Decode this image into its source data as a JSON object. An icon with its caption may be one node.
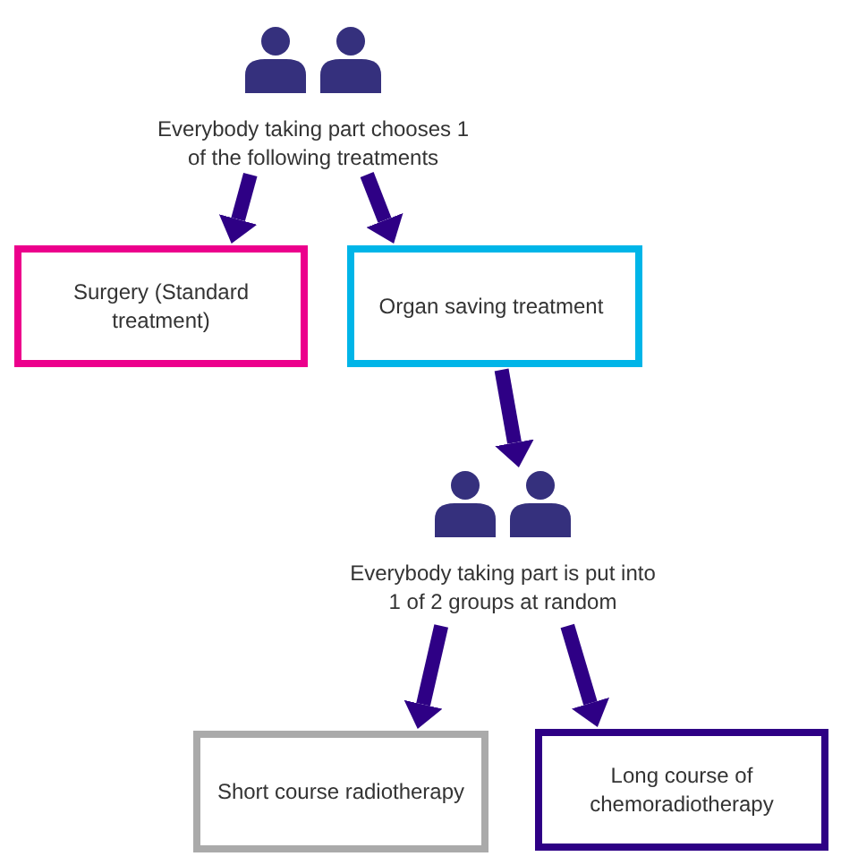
{
  "diagram": {
    "nodes": [
      {
        "text": [
          "Everybody taking part chooses 1 of the following treatments"
        ]
      },
      {
        "text": [
          "Surgery (Standard treatment)"
        ]
      },
      {
        "text": [
          "Organ saving treatment"
        ]
      },
      {
        "text": [
          "Everybody taking part is put into 1 of 2 groups at random"
        ]
      },
      {
        "text": [
          "Short course radiotherapy"
        ]
      },
      {
        "text": [
          "Long course of chemoradiotherapy"
        ]
      }
    ],
    "edges": [
      {
        "from": 0,
        "to": 1,
        "arrow": "to"
      },
      {
        "from": 0,
        "to": 2,
        "arrow": "to"
      },
      {
        "from": 2,
        "to": 3,
        "arrow": "to"
      },
      {
        "from": 3,
        "to": 4,
        "arrow": "to"
      },
      {
        "from": 3,
        "to": 5,
        "arrow": "to"
      }
    ]
  }
}
